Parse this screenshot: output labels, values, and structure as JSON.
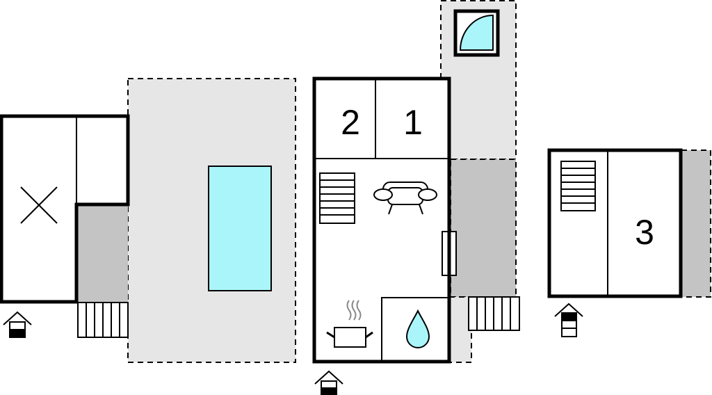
{
  "colors": {
    "wall": "#000000",
    "terrace": "#e6e6e6",
    "covered": "#c4c4c4",
    "water": "#aaf5fa",
    "background": "#ffffff"
  },
  "rooms": {
    "bedroom_1": "1",
    "bedroom_2": "2",
    "bedroom_3": "3"
  },
  "icons": {
    "pool": "pool",
    "window": "skylight-window-icon",
    "sofa": "sofa-icon",
    "kitchen": "cooking-pot-icon",
    "bathroom": "water-drop-icon",
    "stairs": "stairs-icon",
    "entrance": "entrance-arrow-icon",
    "table": "table-cross-icon"
  }
}
